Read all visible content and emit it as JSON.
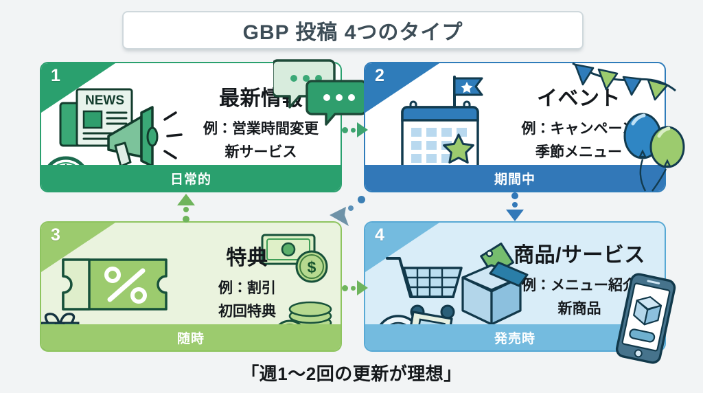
{
  "header": {
    "title": "GBP 投稿 4つのタイプ"
  },
  "cards": [
    {
      "number": "1",
      "heading": "最新情報",
      "example_line1": "例：営業時間変更",
      "example_line2": "新サービス",
      "footer": "日常的",
      "accent": "#2aa06e",
      "icons": [
        "news-paper-icon",
        "megaphone-icon",
        "clock-icon",
        "chat-bubbles-icon"
      ]
    },
    {
      "number": "2",
      "heading": "イベント",
      "example_line1": "例：キャンペーン",
      "example_line2": "季節メニュー",
      "footer": "期間中",
      "accent": "#3278b8",
      "icons": [
        "calendar-icon",
        "flag-icon",
        "star-icon",
        "bunting-icon",
        "balloons-icon"
      ]
    },
    {
      "number": "3",
      "heading": "特典",
      "example_line1": "例：割引",
      "example_line2": "初回特典",
      "footer": "随時",
      "accent": "#9ccb6e",
      "icons": [
        "coupon-percent-icon",
        "gift-boxes-icon",
        "banknote-dollar-icon",
        "yen-coins-icon"
      ]
    },
    {
      "number": "4",
      "heading": "商品/サービス",
      "example_line1": "例：メニュー紹介",
      "example_line2": "新商品",
      "footer": "発売時",
      "accent": "#74bbdf",
      "icons": [
        "shopping-cart-icon",
        "package-box-icon",
        "price-tag-icon",
        "menu-plate-icon",
        "smartphone-icon"
      ]
    }
  ],
  "connectors": [
    {
      "name": "arrow-card1-to-card2",
      "direction": "right",
      "color": "#3da36f"
    },
    {
      "name": "arrow-card2-to-card3",
      "direction": "down-left",
      "color": "#5b90b8"
    },
    {
      "name": "arrow-card3-to-card4",
      "direction": "right",
      "color": "#6fb45c"
    },
    {
      "name": "arrow-card3-to-card1",
      "direction": "up",
      "color": "#6fb45c"
    },
    {
      "name": "arrow-card2-to-card4",
      "direction": "down",
      "color": "#3278b8"
    }
  ],
  "caption": {
    "text": "「週1〜2回の更新が理想」"
  }
}
